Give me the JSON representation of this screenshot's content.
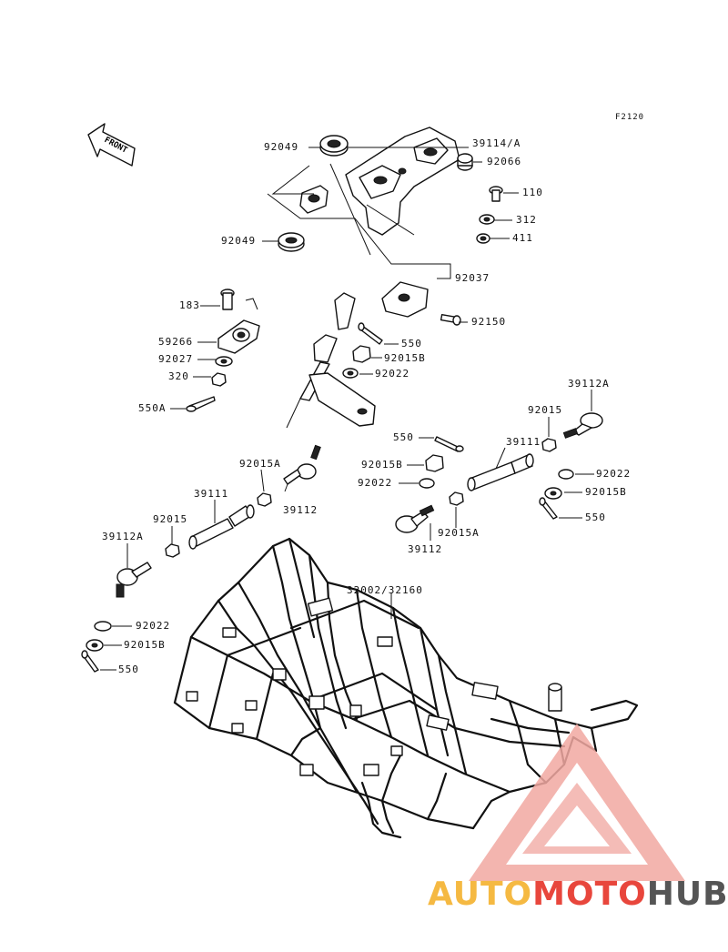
{
  "reference_code": "F2120",
  "front_arrow": "FRONT",
  "labels": {
    "p92049_top": "92049",
    "p39114A": "39114/A",
    "p92066": "92066",
    "p110": "110",
    "p312": "312",
    "p411": "411",
    "p92049_bot": "92049",
    "p92037": "92037",
    "p92150": "92150",
    "p183": "183",
    "p59266": "59266",
    "p92027": "92027",
    "p320": "320",
    "p550A": "550A",
    "p550_mid": "550",
    "p92015B_mid": "92015B",
    "p92022_mid": "92022",
    "p39112A_right": "39112A",
    "p92015_right": "92015",
    "p550_right1": "550",
    "p39111_right": "39111",
    "p92015B_right1": "92015B",
    "p92022_right1": "92022",
    "p92022_right2": "92022",
    "p92015B_right2": "92015B",
    "p550_right2": "550",
    "p92015A_right": "92015A",
    "p39112_right": "39112",
    "p92015A_left": "92015A",
    "p39112_left": "39112",
    "p39111_left": "39111",
    "p92015_left": "92015",
    "p39112A_left": "39112A",
    "p32002": "32002/32160",
    "p92022_left": "92022",
    "p92015B_left": "92015B",
    "p550_left": "550"
  },
  "watermark": {
    "part1": "AUTO",
    "part2": "MOTO",
    "part3": "HUB",
    "color1": "#f5b942",
    "color2": "#e8463c",
    "color3": "#555555"
  }
}
